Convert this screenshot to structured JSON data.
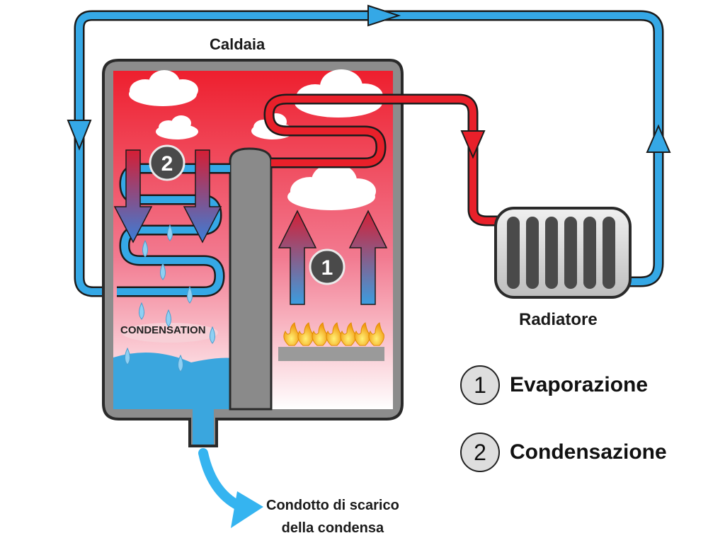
{
  "labels": {
    "boiler": "Caldaia",
    "radiator": "Radiatore",
    "condensation_tag": "CONDENSATION",
    "drain_line1": "Condotto di scarico",
    "drain_line2": "della condensa"
  },
  "markers": {
    "evaporation": "1",
    "condensation": "2"
  },
  "legend": [
    {
      "number": "1",
      "label": "Evaporazione"
    },
    {
      "number": "2",
      "label": "Condensazione"
    }
  ],
  "colors": {
    "hot_water": "#e8202a",
    "cold_water": "#35a8e6",
    "boiler_shell": "#8c8c8c",
    "boiler_gradient_top": "#ee2030",
    "boiler_gradient_bottom": "#ffffff",
    "condensate_pool": "#3aa6de",
    "radiator_fill": "#cfcfcf"
  }
}
